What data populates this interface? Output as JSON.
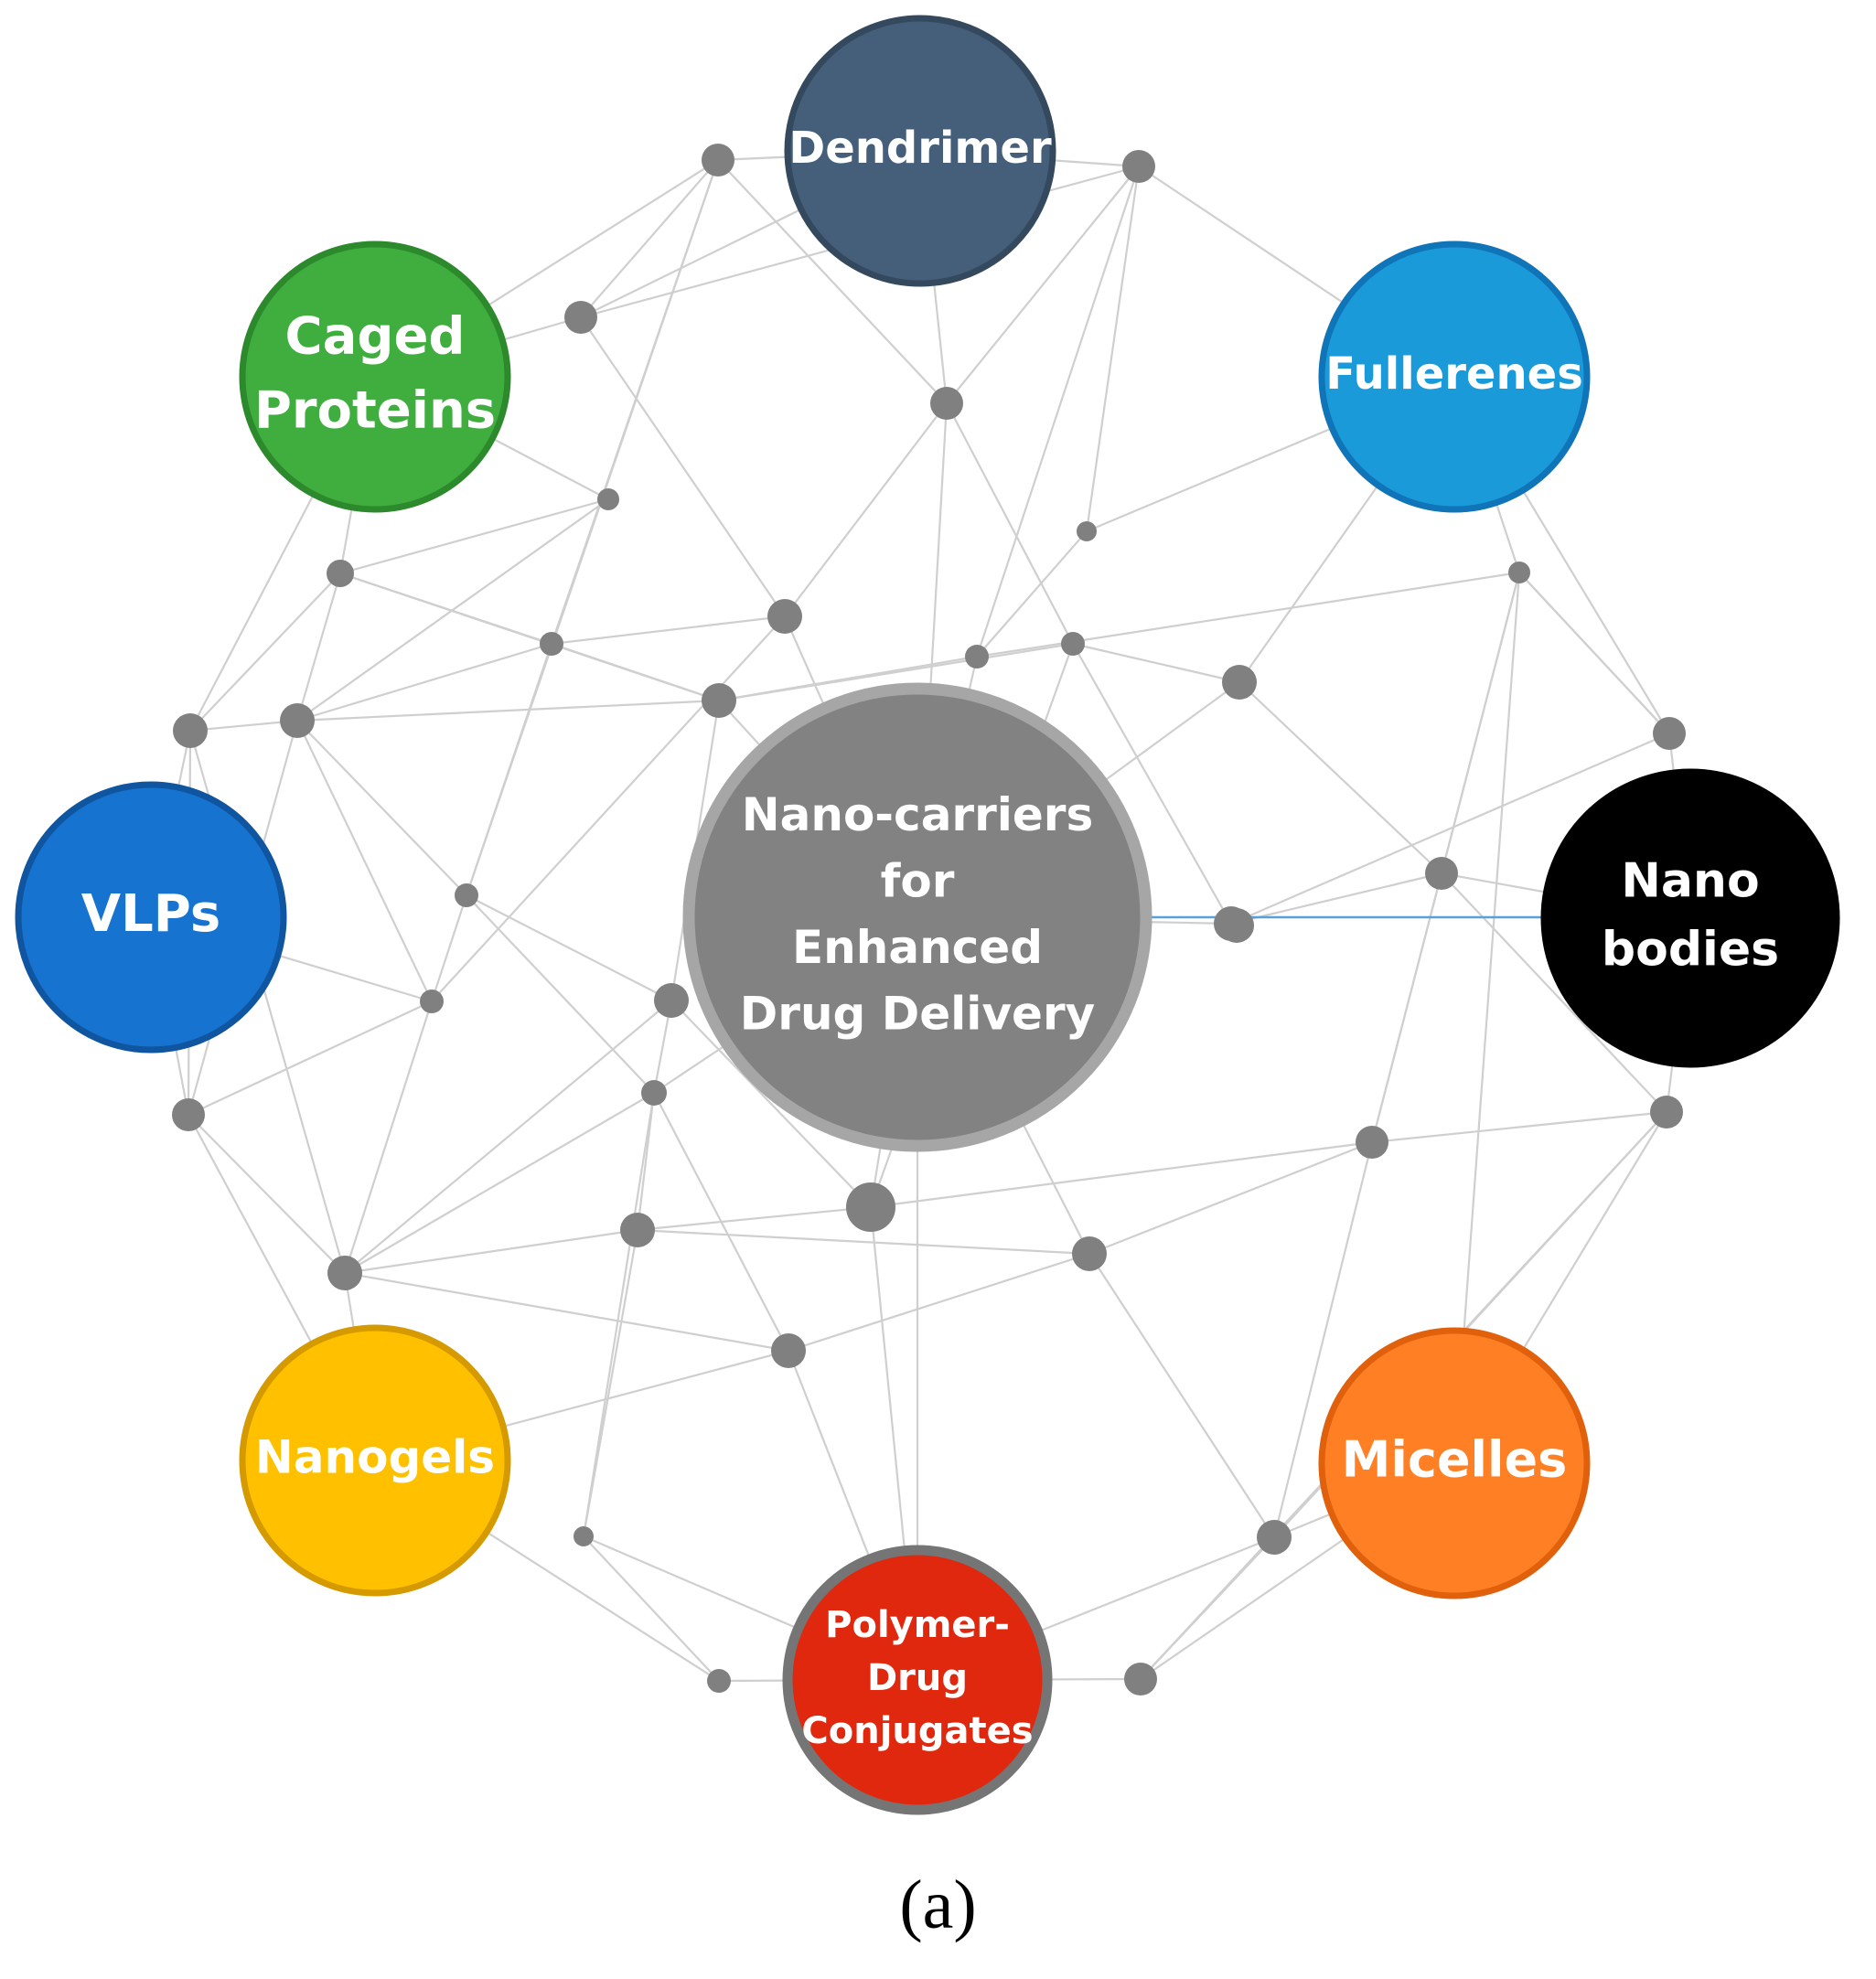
{
  "diagram": {
    "center": {
      "label_lines": [
        "Nano-carriers",
        "for",
        "Enhanced",
        "Drug Delivery"
      ]
    },
    "nodes": [
      {
        "id": "dendrimer",
        "label_lines": [
          "Dendrimer"
        ],
        "fill": "#455f7b",
        "stroke": "#34495e",
        "text_color": "#ffffff"
      },
      {
        "id": "fullerenes",
        "label_lines": [
          "Fullerenes"
        ],
        "fill": "#1b9ad9",
        "stroke": "#0f74b8",
        "text_color": "#ffffff"
      },
      {
        "id": "nanobodies",
        "label_lines": [
          "Nano",
          "bodies"
        ],
        "fill": "#000000",
        "stroke": "#000000",
        "text_color": "#ffffff"
      },
      {
        "id": "micelles",
        "label_lines": [
          "Micelles"
        ],
        "fill": "#ff7f24",
        "stroke": "#e0600c",
        "text_color": "#ffffff"
      },
      {
        "id": "polymer-drug-conjugates",
        "label_lines": [
          "Polymer-",
          "Drug",
          "Conjugates"
        ],
        "fill": "#e0280f",
        "stroke": "#757575",
        "text_color": "#ffffff"
      },
      {
        "id": "nanogels",
        "label_lines": [
          "Nanogels"
        ],
        "fill": "#ffc000",
        "stroke": "#d49a00",
        "text_color": "#ffffff"
      },
      {
        "id": "vlps",
        "label_lines": [
          "VLPs"
        ],
        "fill": "#1673cf",
        "stroke": "#0f55a0",
        "text_color": "#ffffff"
      },
      {
        "id": "caged-proteins",
        "label_lines": [
          "Caged",
          "Proteins"
        ],
        "fill": "#3fae3f",
        "stroke": "#2c8a2c",
        "text_color": "#ffffff"
      }
    ],
    "colors": {
      "edge": "#cfcfcf",
      "junction": "#808080",
      "center_fill": "#828282",
      "center_stroke": "#a6a6a6",
      "highlight_edge": "#5aa0d6"
    }
  },
  "caption": "(a)"
}
